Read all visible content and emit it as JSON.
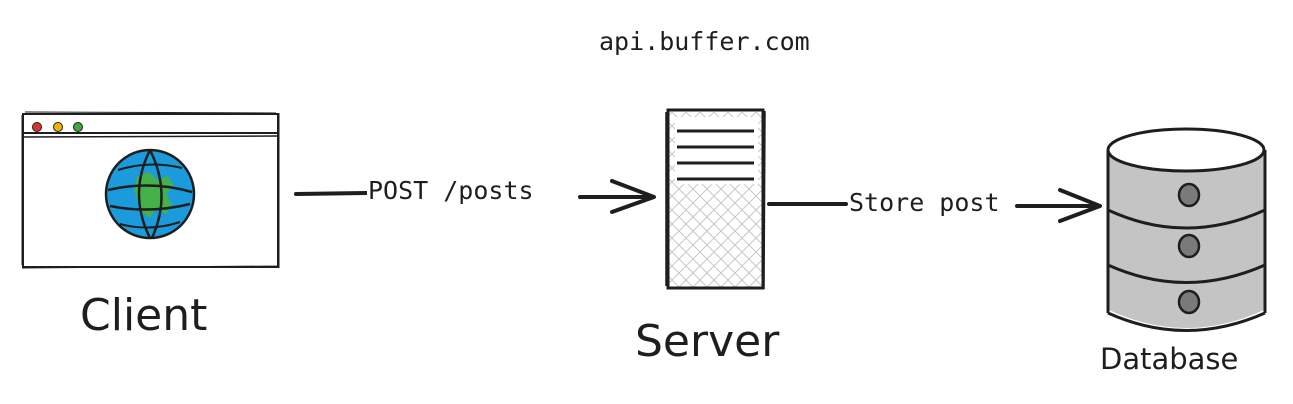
{
  "diagram": {
    "host_label": "api.buffer.com",
    "nodes": {
      "client": {
        "label": "Client",
        "icon": "browser-window-globe-icon"
      },
      "server": {
        "label": "Server",
        "icon": "server-rack-icon"
      },
      "database": {
        "label": "Database",
        "icon": "database-cylinder-icon"
      }
    },
    "edges": [
      {
        "from": "client",
        "to": "server",
        "label": "POST /posts"
      },
      {
        "from": "server",
        "to": "database",
        "label": "Store post"
      }
    ]
  },
  "colors": {
    "stroke": "#1e1e1e",
    "globe_ocean": "#1b9bdc",
    "globe_land": "#45b14a",
    "window_dot_red": "#e03131",
    "window_dot_yellow": "#f0b400",
    "window_dot_green": "#40a640",
    "server_hatch": "#c8c8c8",
    "database_fill": "#c4c4c4",
    "database_button": "#7a7a7a"
  }
}
